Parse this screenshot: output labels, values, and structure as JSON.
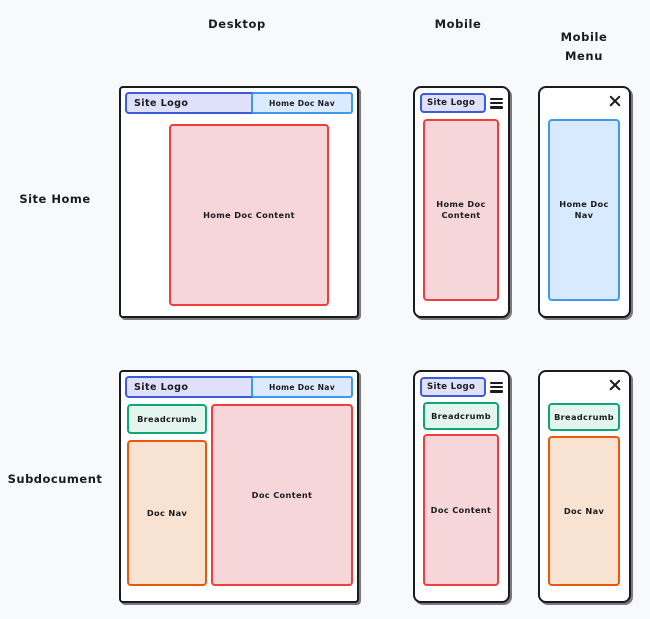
{
  "columns": {
    "desktop": "Desktop",
    "mobile": "Mobile",
    "mobile_menu_line1": "Mobile",
    "mobile_menu_line2": "Menu"
  },
  "rows": {
    "site_home": "Site Home",
    "subdocument": "Subdocument"
  },
  "labels": {
    "site_logo": "Site Logo",
    "home_doc_nav": "Home Doc Nav",
    "home_doc_content": "Home Doc Content",
    "home_doc_content_mobile_line1": "Home Doc",
    "home_doc_content_mobile_line2": "Content",
    "home_doc_nav_menu_line1": "Home Doc",
    "home_doc_nav_menu_line2": "Nav",
    "breadcrumb": "Breadcrumb",
    "doc_nav": "Doc Nav",
    "doc_content": "Doc Content"
  },
  "icons": {
    "hamburger": "hamburger-menu-icon",
    "close": "close-icon"
  },
  "colors": {
    "background": "#f8f9fb",
    "frame_stroke": "#1b1b1f",
    "logo_fill": "#dfe1fb",
    "logo_stroke": "#3b5bdb",
    "nav_fill": "#dbeafe",
    "nav_stroke": "#4098ec",
    "content_fill": "#f7d6d9",
    "content_stroke": "#f03e3e",
    "breadcrumb_fill": "#e3f5ec",
    "breadcrumb_stroke": "#0ca678",
    "docnav_fill": "#f8e3d2",
    "docnav_stroke": "#e8590c"
  }
}
